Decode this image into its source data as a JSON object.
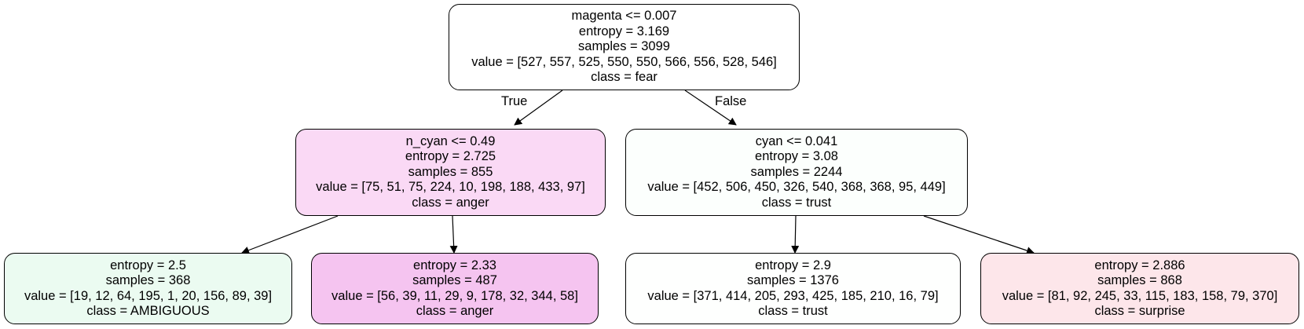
{
  "colors": {
    "root": "#ffffff",
    "n1": "#fad9f5",
    "n2": "#fcfffd",
    "l1": "#ebfbf1",
    "l2": "#f5c4f0",
    "l3": "#fefffe",
    "l4": "#fde6ea"
  },
  "nodes": {
    "root": {
      "split": "magenta <= 0.007",
      "entropy": "entropy = 3.169",
      "samples": "samples = 3099",
      "value": "value = [527, 557, 525, 550, 550, 566, 556, 528, 546]",
      "class": "class = fear"
    },
    "n1": {
      "split": "n_cyan <= 0.49",
      "entropy": "entropy = 2.725",
      "samples": "samples = 855",
      "value": "value = [75, 51, 75, 224, 10, 198, 188, 433, 97]",
      "class": "class = anger"
    },
    "n2": {
      "split": "cyan <= 0.041",
      "entropy": "entropy = 3.08",
      "samples": "samples = 2244",
      "value": "value = [452, 506, 450, 326, 540, 368, 368, 95, 449]",
      "class": "class = trust"
    },
    "l1": {
      "entropy": "entropy = 2.5",
      "samples": "samples = 368",
      "value": "value = [19, 12, 64, 195, 1, 20, 156, 89, 39]",
      "class": "class = AMBIGUOUS"
    },
    "l2": {
      "entropy": "entropy = 2.33",
      "samples": "samples = 487",
      "value": "value = [56, 39, 11, 29, 9, 178, 32, 344, 58]",
      "class": "class = anger"
    },
    "l3": {
      "entropy": "entropy = 2.9",
      "samples": "samples = 1376",
      "value": "value = [371, 414, 205, 293, 425, 185, 210, 16, 79]",
      "class": "class = trust"
    },
    "l4": {
      "entropy": "entropy = 2.886",
      "samples": "samples = 868",
      "value": "value = [81, 92, 245, 33, 115, 183, 158, 79, 370]",
      "class": "class = surprise"
    }
  },
  "edges": {
    "true_label": "True",
    "false_label": "False"
  }
}
